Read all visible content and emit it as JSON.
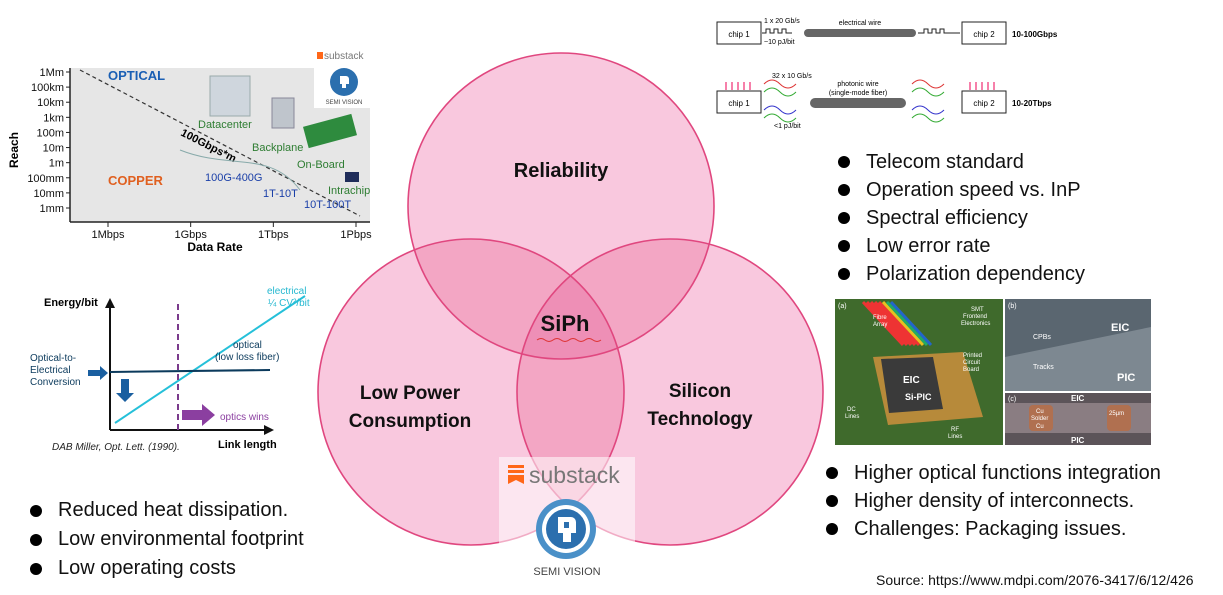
{
  "venn": {
    "center": "SiPh",
    "top": "Reliability",
    "left": [
      "Low Power",
      "Consumption"
    ],
    "right": [
      "Silicon",
      "Technology"
    ],
    "colors": {
      "fill": "#f9c8de",
      "stroke": "#e0477f",
      "overlap": "#f3a6c4",
      "center": "#ee8fb6"
    }
  },
  "reach_chart": {
    "y_ticks": [
      "1Mm",
      "100km",
      "10km",
      "1km",
      "100m",
      "10m",
      "1m",
      "100mm",
      "10mm",
      "1mm"
    ],
    "x_ticks": [
      "1Mbps",
      "1Gbps",
      "1Tbps",
      "1Pbps"
    ],
    "ylabel": "Reach",
    "xlabel": "Data Rate",
    "optical": "OPTICAL",
    "copper": "COPPER",
    "diagonal": "100Gbps*m",
    "labels": {
      "datacenter": "Datacenter",
      "backplane": "Backplane",
      "onboard": "On-Board",
      "intrachip": "Intrachip",
      "r1": "100G-400G",
      "r2": "1T-10T",
      "r3": "10T-100T"
    },
    "logo": {
      "brand": "substack",
      "sub": "SEMI VISION"
    }
  },
  "energy_chart": {
    "ylabel": "Energy/bit",
    "xlabel": "Link length",
    "electrical": [
      "electrical",
      "¼ CV²/bit"
    ],
    "optical": [
      "optical",
      "(low loss fiber)"
    ],
    "conversion": [
      "Optical-to-",
      "Electrical",
      "Conversion"
    ],
    "wins": "optics wins",
    "citation": "DAB Miller, Opt. Lett. (1990)."
  },
  "chip_diagram": {
    "row1": {
      "chip_a": "chip 1",
      "chip_b": "chip 2",
      "rate": "1 x 20 Gb/s",
      "energy": "~10 pJ/bit",
      "wire": "electrical wire",
      "bw": "10-100Gbps"
    },
    "row2": {
      "chip_a": "chip 1",
      "chip_b": "chip 2",
      "rate": "32 x 10 Gb/s",
      "energy": "<1 pJ/bit",
      "wire": [
        "photonic wire",
        "(single-mode fiber)"
      ],
      "bw": "10-20Tbps"
    }
  },
  "right_bullets": [
    "Telecom standard",
    "Operation speed vs. InP",
    "Spectral efficiency",
    "Low error rate",
    "Polarization dependency"
  ],
  "packaging_photo": {
    "a": "(a)",
    "b": "(b)",
    "c": "(c)",
    "fibre": [
      "Fibre",
      "Array"
    ],
    "smt": [
      "SMT",
      "Frontend",
      "Electronics"
    ],
    "pcb": [
      "Printed",
      "Circuit",
      "Board"
    ],
    "eic": "EIC",
    "sipic": "Si-PIC",
    "dc": [
      "DC",
      "Lines"
    ],
    "rf": [
      "RF",
      "Lines"
    ],
    "cpbs": "CPBs",
    "tracks": "Tracks",
    "eic_b": "EIC",
    "pic_b": "PIC",
    "eic_c": "EIC",
    "pic_c": "PIC",
    "cu1": [
      "Cu",
      "Solder",
      "Cu"
    ],
    "scale": "25µm"
  },
  "right_bottom_bullets": [
    "Higher optical functions integration",
    "Higher density of interconnects.",
    "Challenges: Packaging issues."
  ],
  "left_bullets": [
    "Reduced heat dissipation.",
    "Low environmental footprint",
    "Low operating costs"
  ],
  "logo_center": {
    "brand": "substack",
    "sub": "SEMI VISION"
  },
  "source": "Source: https://www.mdpi.com/2076-3417/6/12/426"
}
